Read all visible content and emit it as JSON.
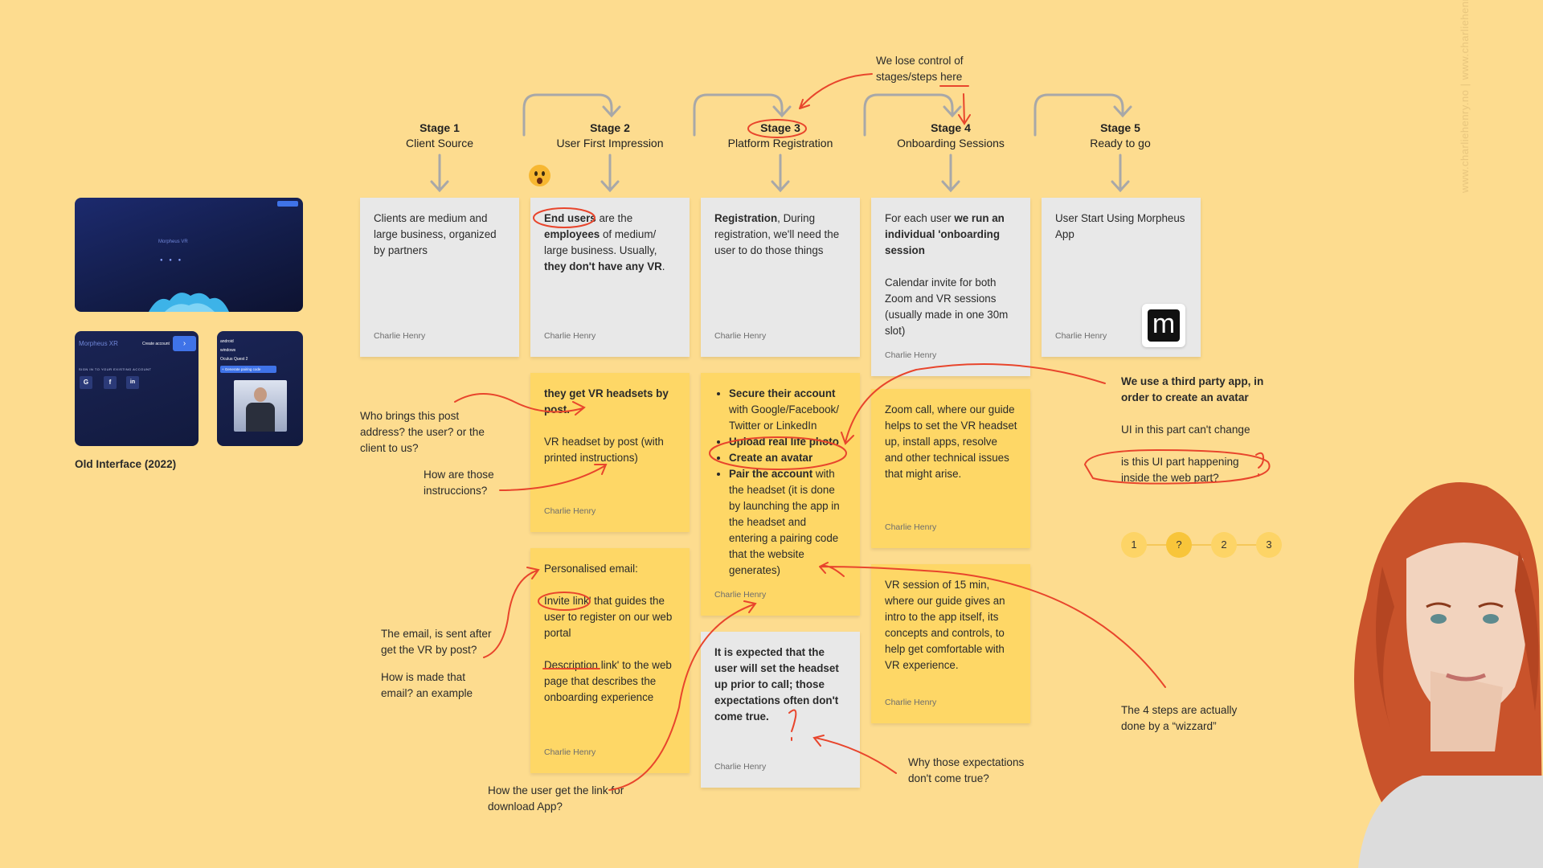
{
  "stages": [
    {
      "num": "Stage 1",
      "name": "Client Source"
    },
    {
      "num": "Stage 2",
      "name": "User First Impression"
    },
    {
      "num": "Stage 3",
      "name": "Platform Registration"
    },
    {
      "num": "Stage 4",
      "name": "Onboarding Sessions"
    },
    {
      "num": "Stage 5",
      "name": "Ready to go"
    }
  ],
  "author": "Charlie Henry",
  "cards": {
    "c1": {
      "text": "Clients are medium and large business, organized by partners"
    },
    "c2": {
      "t1": "End users",
      "t2": " are the ",
      "t3": "employees",
      "t4": " of medium/ large business. Usually, ",
      "t5": "they don't have any VR",
      "t6": "."
    },
    "c3": {
      "t1": "Registration",
      "t2": ", During registration, we'll need the user to do those things"
    },
    "c4": {
      "t1": "For each user ",
      "t2": "we run an individual 'onboarding session",
      "p2": "Calendar invite for both Zoom and VR sessions (usually made in one 30m slot)"
    },
    "c5": {
      "text": "User Start Using Morpheus App"
    },
    "y1": {
      "t1": "they get VR headsets by post.",
      "p2": "VR headset by post (with printed instructions)"
    },
    "y2": {
      "b1": "Secure their account",
      "b1r": " with Google/Facebook/ Twitter or LinkedIn",
      "b2": "Upload real life photo",
      "b3": "Create an avatar",
      "b4": "Pair the account",
      "b4r": " with the headset (it is done by launching the app in the headset and entering a pairing code that the website generates)"
    },
    "y3": {
      "text": "Zoom call, where our guide helps to set the VR headset up, install apps, resolve and other technical issues that might arise."
    },
    "y4": {
      "p1": "Personalised email:",
      "p2a": "Invite link",
      "p2b": "' that guides the user to register on our web portal",
      "p3a": "Description",
      "p3b": " link' to the web page that describes the onboarding experience"
    },
    "g1": {
      "text": "It is expected that the user will set the headset up prior to call; those expectations often don't come true."
    },
    "y5": {
      "text": "VR session of 15 min, where our guide gives an intro to the app itself, its concepts and controls, to help get comfortable with VR experience."
    }
  },
  "notes": {
    "lose_control_a": "We lose control of",
    "lose_control_b": "stages/steps ",
    "lose_control_c": "here",
    "who_brings": "Who brings this post address? the user? or the client to us?",
    "instrucciones": "How are those instruccions?",
    "email_sent": "The email, is sent after get the VR by post?",
    "email_made": "How is made that email? an example",
    "download_app": "How the user get the link for download App?",
    "why_expect": "Why those expectations don't come true?",
    "third_party": "We use a third party app, in order to create an avatar",
    "ui_cant": "UI in this part can't change",
    "ui_web": "is this UI part happening inside the web part?",
    "wizard": "The 4 steps are actually done by a “wizzard”",
    "old_interface": "Old Interface (2022)"
  },
  "wizard_steps": [
    "1",
    "?",
    "2",
    "3"
  ],
  "old_ui": {
    "brand": "Morpheus VR",
    "brand_xr": "Morpheus XR",
    "create_account": "Create account",
    "sign_in": "SIGN IN TO YOUR EXISTING ACCOUNT",
    "devices": [
      "android",
      "windows",
      "Oculus Quest 2"
    ],
    "pair_btn": "+ Generate pairing code"
  },
  "logo_letter": "m",
  "watermark": "www.charliehenry.no | www.charliehenry.se",
  "colors": {
    "background": "#FDDC8F",
    "card_gray": "#E8E8E8",
    "card_yellow": "#FED766",
    "annotation_red": "#E8452C",
    "arrow_gray": "#A8A8A8"
  }
}
